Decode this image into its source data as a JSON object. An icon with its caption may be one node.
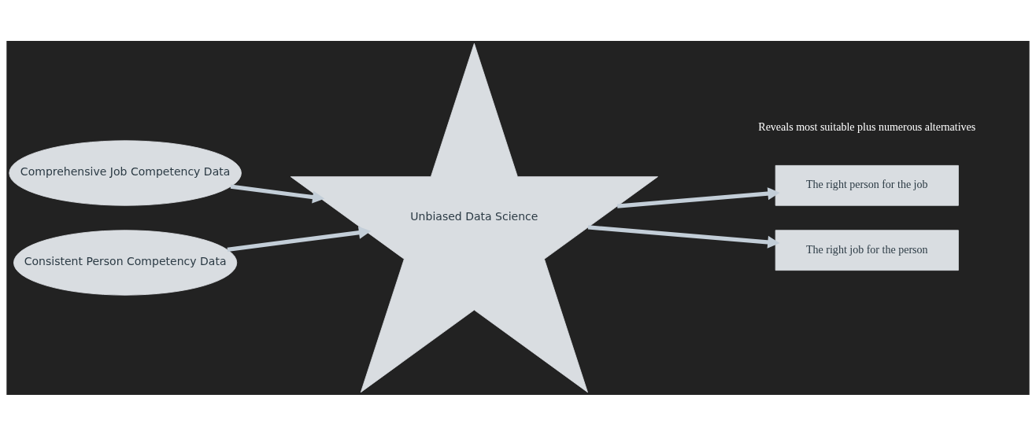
{
  "diagram": {
    "nodes": [
      {
        "text": [
          "Comprehensive Job Competency Data"
        ]
      },
      {
        "text": [
          "Unbiased Data Science"
        ]
      },
      {
        "text": [
          "Consistent Person Competency Data"
        ]
      },
      {
        "text": [
          "The right person for the job"
        ]
      },
      {
        "text": [
          "The right job for the person"
        ]
      }
    ],
    "edges": [
      {
        "from": 0,
        "to": 1,
        "arrow": "to"
      },
      {
        "from": 2,
        "to": 1,
        "arrow": "to"
      },
      {
        "from": 1,
        "to": 3,
        "arrow": "to"
      },
      {
        "from": 1,
        "to": 4,
        "arrow": "to"
      }
    ],
    "labels": [
      "Reveals most suitable plus numerous alternatives"
    ]
  }
}
